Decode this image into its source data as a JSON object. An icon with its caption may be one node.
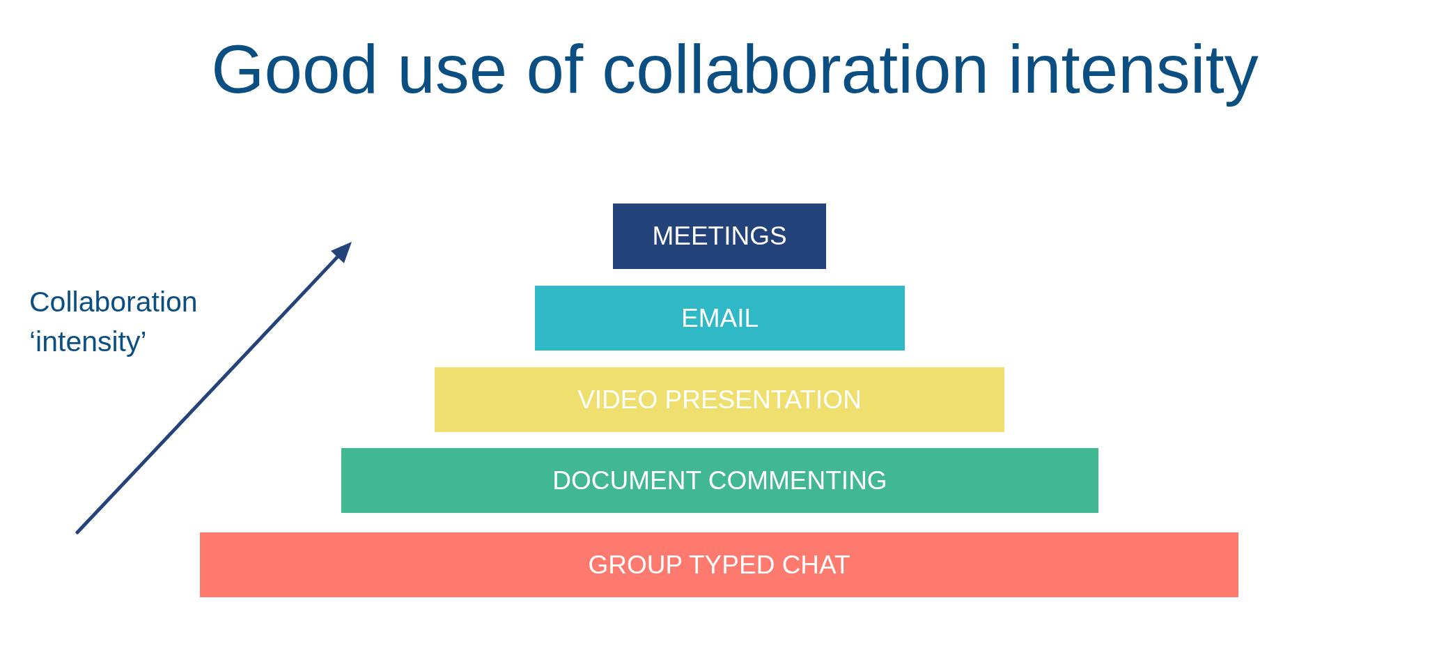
{
  "diagram": {
    "title": "Good use of collaboration intensity",
    "nodes": [
      {
        "text": [
          "MEETINGS"
        ]
      },
      {
        "text": [
          "EMAIL"
        ]
      },
      {
        "text": [
          "VIDEO PRESENTATION"
        ]
      },
      {
        "text": [
          "DOCUMENT COMMENTING"
        ]
      },
      {
        "text": [
          "GROUP TYPED CHAT"
        ]
      }
    ],
    "labels": [
      "Collaboration ‘intensity’"
    ]
  }
}
